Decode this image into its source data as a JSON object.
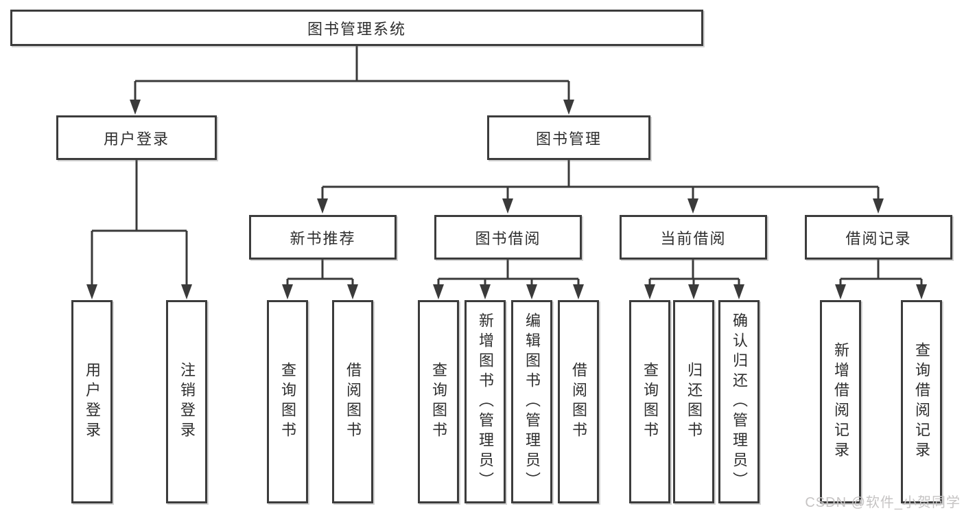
{
  "diagram": {
    "title": "图书管理系统",
    "type": "tree",
    "colors": {
      "background": "#ffffff",
      "box_border": "#3c3c3c",
      "connector_line": "#3a3a3a",
      "text": "#2e2e2e",
      "watermark": "#c6c4c4"
    },
    "tree": {
      "root": {
        "label": "图书管理系统"
      },
      "children": [
        {
          "label": "用户登录",
          "children": [
            {
              "label": "用户登录"
            },
            {
              "label": "注销登录"
            }
          ]
        },
        {
          "label": "图书管理",
          "children": [
            {
              "label": "新书推荐",
              "children": [
                {
                  "label": "查询图书"
                },
                {
                  "label": "借阅图书"
                }
              ]
            },
            {
              "label": "图书借阅",
              "children": [
                {
                  "label": "查询图书"
                },
                {
                  "label": "新增图书（管理员）"
                },
                {
                  "label": "编辑图书（管理员）"
                },
                {
                  "label": "借阅图书"
                }
              ]
            },
            {
              "label": "当前借阅",
              "children": [
                {
                  "label": "查询图书"
                },
                {
                  "label": "归还图书"
                },
                {
                  "label": "确认归还（管理员）"
                }
              ]
            },
            {
              "label": "借阅记录",
              "children": [
                {
                  "label": "新增借阅记录"
                },
                {
                  "label": "查询借阅记录"
                }
              ]
            }
          ]
        }
      ]
    }
  },
  "watermark": {
    "text": "CSDN @软件_小贺同学"
  }
}
